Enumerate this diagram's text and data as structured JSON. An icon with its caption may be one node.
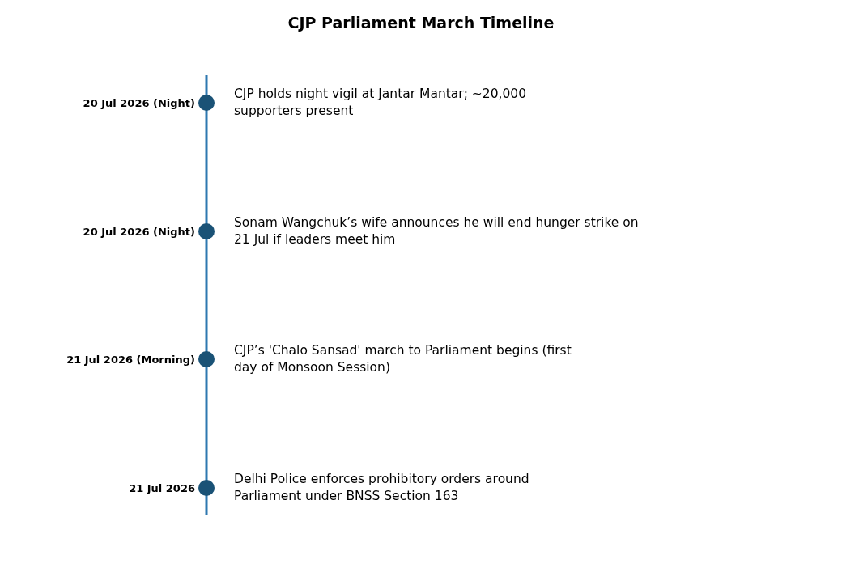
{
  "diagram": {
    "title": "CJP Parliament March Timeline",
    "nodes": [
      {
        "text": [
          "CJP holds night vigil at Jantar Mantar; ~20,000 supporters present"
        ],
        "beside": [
          "20 Jul 2026 (Night)"
        ]
      },
      {
        "text": [
          "Sonam Wangchuk’s wife announces he will end hunger strike on 21 Jul if leaders meet him"
        ],
        "beside": [
          "20 Jul 2026 (Night)"
        ]
      },
      {
        "text": [
          "CJP’s 'Chalo Sansad' march to Parliament begins (first day of Monsoon Session)"
        ],
        "beside": [
          "21 Jul 2026 (Morning)"
        ]
      },
      {
        "text": [
          "Delhi Police enforces prohibitory orders around Parliament under BNSS Section 163"
        ],
        "beside": [
          "21 Jul 2026"
        ]
      }
    ]
  }
}
